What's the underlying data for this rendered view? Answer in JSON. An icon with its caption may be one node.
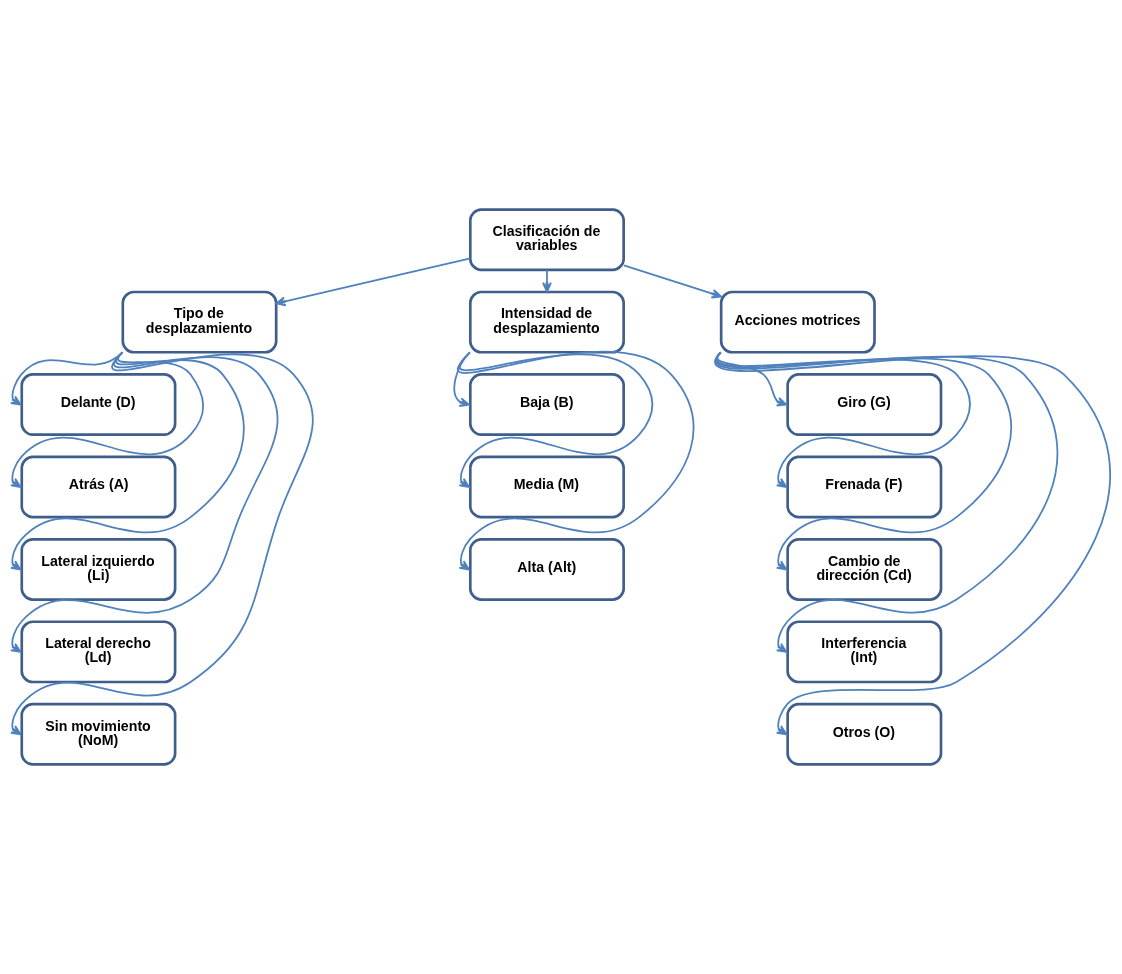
{
  "diagram": {
    "nodes": [
      {
        "text": [
          "Clasificación de variables"
        ]
      },
      {
        "text": [
          "Tipo de desplazamiento"
        ]
      },
      {
        "text": [
          "Intensidad de desplazamiento"
        ]
      },
      {
        "text": [
          "Acciones motrices"
        ]
      },
      {
        "text": [
          "Delante (D)"
        ]
      },
      {
        "text": [
          "Atrás (A)"
        ]
      },
      {
        "text": [
          "Lateral izquierdo (Li)"
        ]
      },
      {
        "text": [
          "Lateral derecho (Ld)"
        ]
      },
      {
        "text": [
          "Sin movimiento (NoM)"
        ]
      },
      {
        "text": [
          "Baja (B)"
        ]
      },
      {
        "text": [
          "Media (M)"
        ]
      },
      {
        "text": [
          "Alta (Alt)"
        ]
      },
      {
        "text": [
          "Giro (G)"
        ]
      },
      {
        "text": [
          "Frenada (F)"
        ]
      },
      {
        "text": [
          "Cambio de dirección (Cd)"
        ]
      },
      {
        "text": [
          "Interferencia (Int)"
        ]
      },
      {
        "text": [
          "Otros (O)"
        ]
      }
    ],
    "edges": [
      {
        "from": 0,
        "to": 1,
        "arrow": "to"
      },
      {
        "from": 0,
        "to": 2,
        "arrow": "to"
      },
      {
        "from": 0,
        "to": 3,
        "arrow": "to"
      },
      {
        "from": 1,
        "to": 4,
        "arrow": "to"
      },
      {
        "from": 1,
        "to": 5,
        "arrow": "to"
      },
      {
        "from": 1,
        "to": 6,
        "arrow": "to"
      },
      {
        "from": 1,
        "to": 7,
        "arrow": "to"
      },
      {
        "from": 1,
        "to": 8,
        "arrow": "to"
      },
      {
        "from": 2,
        "to": 9,
        "arrow": "to"
      },
      {
        "from": 2,
        "to": 10,
        "arrow": "to"
      },
      {
        "from": 2,
        "to": 11,
        "arrow": "to"
      },
      {
        "from": 3,
        "to": 12,
        "arrow": "to"
      },
      {
        "from": 3,
        "to": 13,
        "arrow": "to"
      },
      {
        "from": 3,
        "to": 14,
        "arrow": "to"
      },
      {
        "from": 3,
        "to": 15,
        "arrow": "to"
      },
      {
        "from": 3,
        "to": 16,
        "arrow": "to"
      }
    ]
  }
}
